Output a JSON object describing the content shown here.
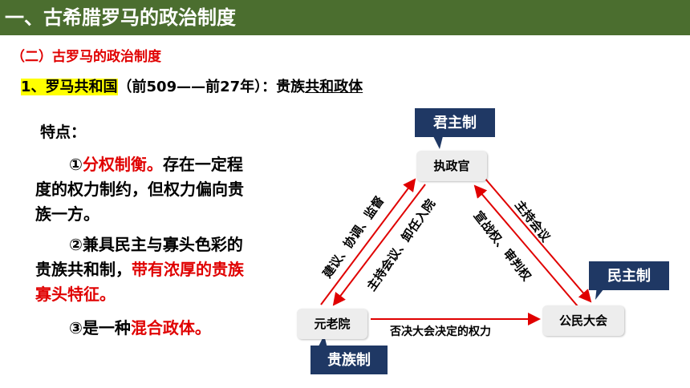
{
  "title": "一、古希腊罗马的政治制度",
  "section_title": "（二）古罗马的政治制度",
  "heading": {
    "prefix": "1、罗马共和国",
    "period": "（前509——前27年）：贵族",
    "underlined": "共和政体"
  },
  "features": {
    "label": "特点：",
    "p1_marker": "①",
    "p1_red": "分权制衡。",
    "p1_rest": "存在一定程度的权力制约，但权力偏向贵族一方。",
    "p2_black": "②兼具民主与寡头色彩的贵族共和制，",
    "p2_red": "带有浓厚的贵族寡头特征。",
    "p3_black": "③是一种",
    "p3_red": "混合政体。"
  },
  "diagram": {
    "nodes": {
      "consul": "执政官",
      "senate": "元老院",
      "assembly": "公民大会"
    },
    "callouts": {
      "monarchy": "君主制",
      "democracy": "民主制",
      "aristocracy": "贵族制"
    },
    "edges": {
      "senate_to_consul": "建议、协调、监督",
      "consul_to_senate": "主持会议、卸任入院",
      "consul_to_assembly": "主持会议",
      "assembly_to_consul": "宣战权、审判权",
      "senate_to_assembly": "否决大会决定的权力"
    }
  },
  "colors": {
    "title_bar": "#4b6e2f",
    "accent_red": "#e00000",
    "callout_navy": "#1f3864",
    "highlight": "#ffff00"
  }
}
